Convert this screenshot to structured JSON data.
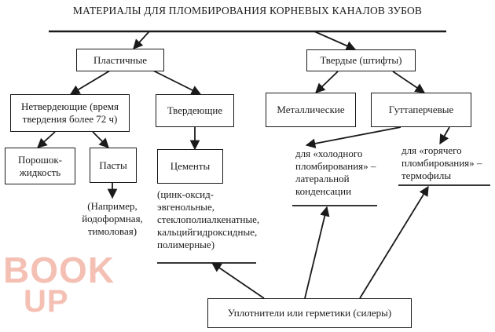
{
  "title": "МАТЕРИАЛЫ ДЛЯ ПЛОМБИРОВАНИЯ КОРНЕВЫХ КАНАЛОВ ЗУБОВ",
  "nodes": {
    "plastic": "Пластичные",
    "solid": "Твердые (штифты)",
    "nonhardening": [
      "Нетвердеющие (время",
      "твердения более 72 ч)"
    ],
    "hardening": "Твердеющие",
    "metallic": "Металлические",
    "gutta": "Гуттаперчевые",
    "powder": [
      "Порошок-",
      "жидкость"
    ],
    "pastes": "Пасты",
    "cements": "Цементы",
    "sealers": "Уплотнители или герметики (силеры)"
  },
  "notes": {
    "pastes_example": [
      "(Например,",
      "йодоформная,",
      "тимоловая)"
    ],
    "cements_types": [
      "(цинк-оксид-",
      "эвгенольные,",
      "стеклополиалкенатные,",
      "кальцийгидроксидные,",
      "полимерные)"
    ],
    "cold": [
      "для «холодного",
      "пломбирования» –",
      "латеральной",
      "конденсации"
    ],
    "hot": [
      "для «горячего",
      "пломбирования» –",
      "термофилы"
    ]
  },
  "watermark": {
    "line1": "BOOK",
    "line2": "UP"
  }
}
